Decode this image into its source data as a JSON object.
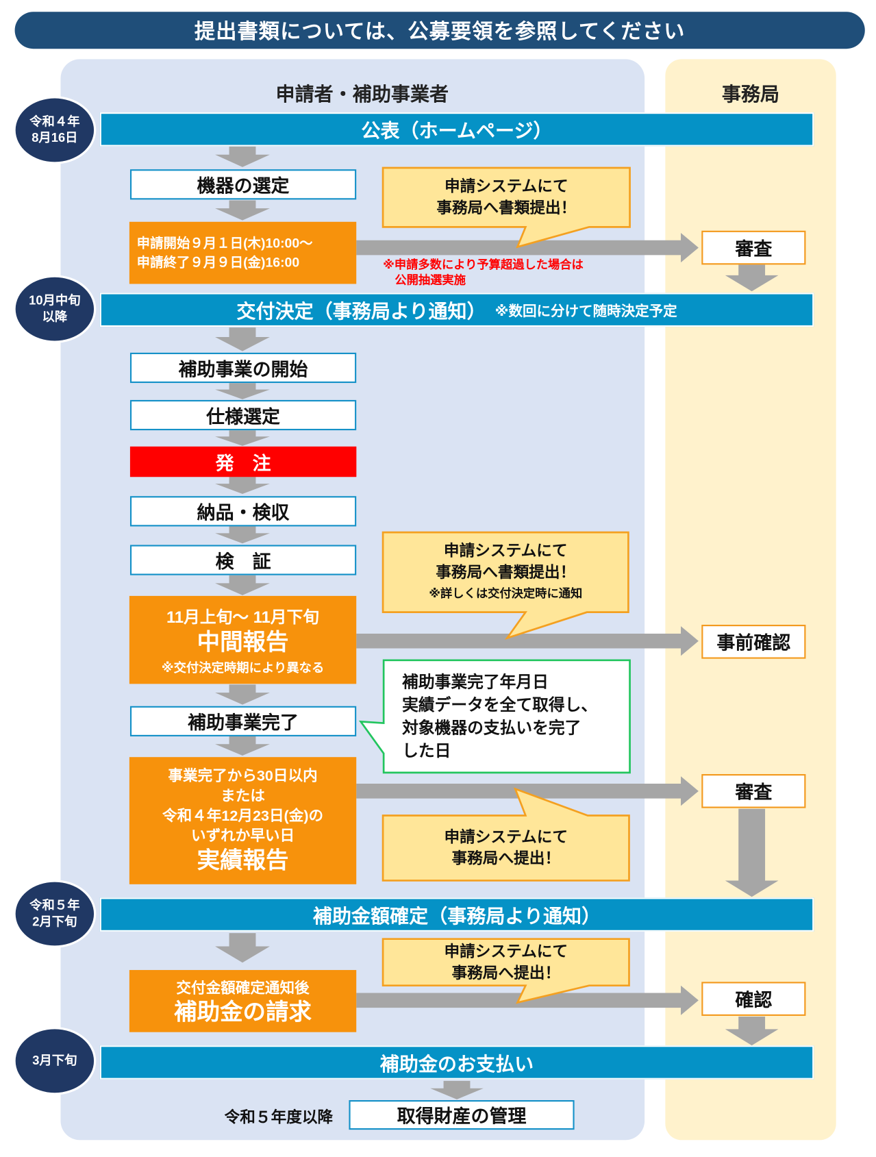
{
  "banner": "提出書類については、公募要領を参照してください",
  "columns": {
    "applicant": "申請者・補助事業者",
    "office": "事務局"
  },
  "dates": [
    {
      "line1": "令和４年",
      "line2": "8月16日"
    },
    {
      "line1": "10月中旬",
      "line2": "以降"
    },
    {
      "line1": "令和５年",
      "line2": "2月下旬"
    },
    {
      "line1": "3月下旬",
      "line2": ""
    }
  ],
  "bars": {
    "publish": "公表（ホームページ）",
    "decision": "交付決定（事務局より通知）",
    "decision_note": "※数回に分けて随時決定予定",
    "amount": "補助金額確定（事務局より通知）",
    "payment": "補助金のお支払い"
  },
  "steps": {
    "select": "機器の選定",
    "apply_start": "申請開始９月１日(木)10:00～",
    "apply_end": "申請終了９月９日(金)16:00",
    "lottery_note1": "※申請多数により予算超過した場合は",
    "lottery_note2": "公開抽選実施",
    "start": "補助事業の開始",
    "spec": "仕様選定",
    "order": "発　注",
    "delivery": "納品・検収",
    "verify": "検　証",
    "interim_period": "11月上旬～ 11月下旬",
    "interim": "中間報告",
    "interim_note": "※交付決定時期により異なる",
    "complete": "補助事業完了",
    "result_l1": "事業完了から30日以内",
    "result_l2": "または",
    "result_l3": "令和４年12月23日(金)の",
    "result_l4": "いずれか早い日",
    "result": "実績報告",
    "claim_note": "交付金額確定通知後",
    "claim": "補助金の請求",
    "after_label": "令和５年度以降",
    "manage": "取得財産の管理"
  },
  "office": {
    "review1": "審査",
    "precheck": "事前確認",
    "review2": "審査",
    "confirm": "確認"
  },
  "callouts": {
    "c1": {
      "l1": "申請システムにて",
      "l2": "事務局へ書類提出！"
    },
    "c2": {
      "l1": "申請システムにて",
      "l2": "事務局へ書類提出！",
      "l3": "※詳しくは交付決定時に通知"
    },
    "def": {
      "l1": "補助事業完了年月日",
      "l2": "実績データを全て取得し、",
      "l3": "対象機器の支払いを完了",
      "l4": "した日"
    },
    "c4": {
      "l1": "申請システムにて",
      "l2": "事務局へ提出！"
    },
    "c5": {
      "l1": "申請システムにて",
      "l2": "事務局へ提出！"
    }
  },
  "colors": {
    "navy": "#1f4e79",
    "blue": "#0592c6",
    "orange": "#f7920c",
    "red": "#ff0000",
    "callout": "#ffe699",
    "arrow": "#a6a6a6"
  }
}
